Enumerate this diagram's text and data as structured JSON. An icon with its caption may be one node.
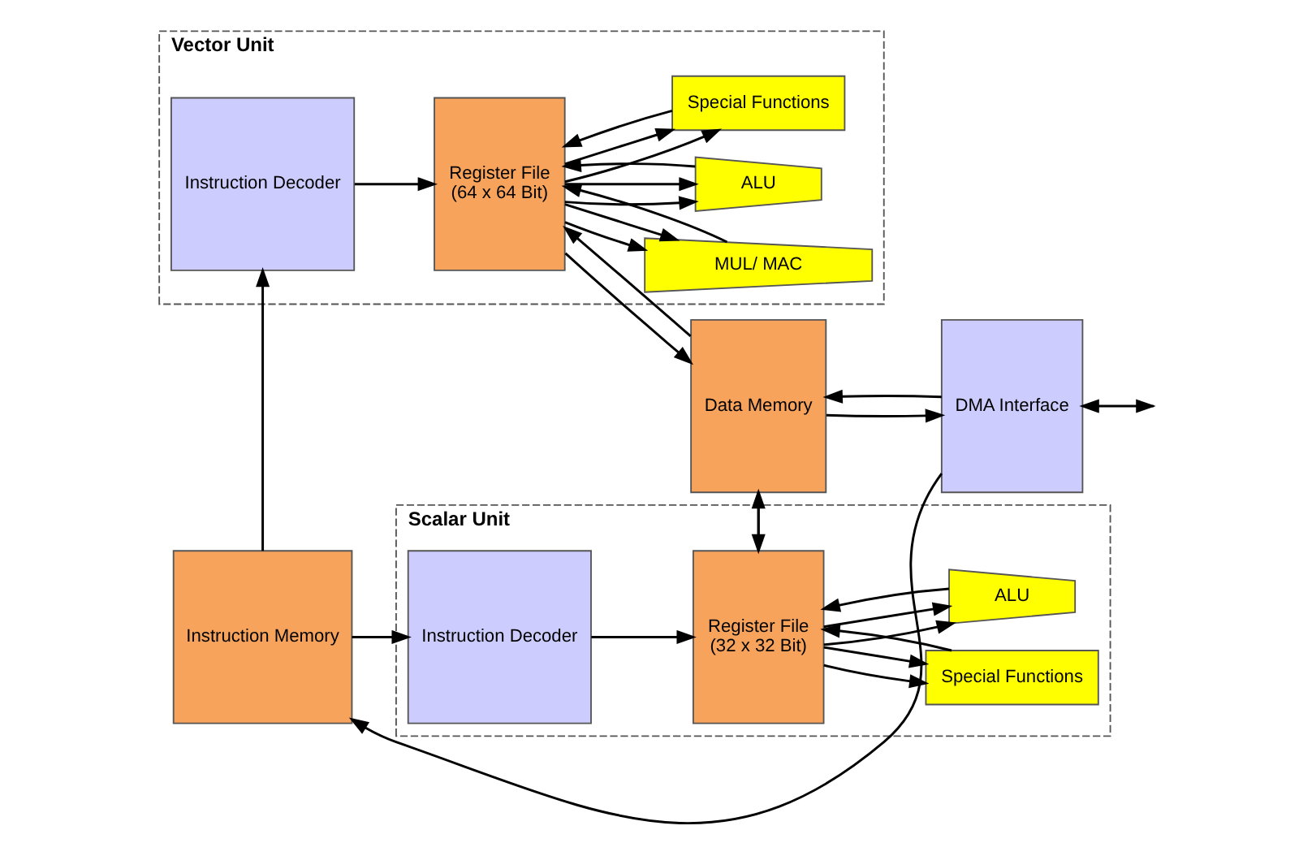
{
  "diagram": {
    "nodes": [
      {
        "text": [
          "Vector Unit"
        ]
      },
      {
        "text": [
          "Instruction Decoder"
        ],
        "in": 0
      },
      {
        "text": [
          "Register File",
          "(64 x 64 Bit)"
        ],
        "in": 0
      },
      {
        "text": [
          "MUL/ MAC"
        ],
        "in": 0
      },
      {
        "text": [
          "ALU"
        ],
        "in": 0
      },
      {
        "text": [
          "Special Functions"
        ],
        "in": 0
      },
      {
        "text": [
          "Instruction Memory"
        ]
      },
      {
        "text": [
          "Data Memory"
        ]
      },
      {
        "text": [
          "DMA Interface"
        ]
      },
      {
        "text": [
          "Scalar Unit"
        ]
      },
      {
        "text": [
          "Instruction Decoder"
        ],
        "in": 9
      },
      {
        "text": [
          "Register File",
          "(32 x 32 Bit)"
        ],
        "in": 9
      },
      {
        "text": [
          "Special Functions"
        ],
        "in": 9
      },
      {
        "text": [
          "ALU"
        ],
        "in": 9
      }
    ],
    "edges": [
      {
        "from": 6,
        "to": 1,
        "arrow": "to"
      },
      {
        "from": 6,
        "to": 10,
        "arrow": "to"
      },
      {
        "from": 1,
        "to": 2,
        "arrow": "to"
      },
      {
        "from": 2,
        "to": 3,
        "arrow": "to"
      },
      {
        "from": 2,
        "to": 3,
        "arrow": "to"
      },
      {
        "from": 2,
        "to": 4,
        "arrow": "to"
      },
      {
        "from": 2,
        "to": 4,
        "arrow": "to"
      },
      {
        "from": 2,
        "to": 5,
        "arrow": "to"
      },
      {
        "from": 2,
        "to": 5,
        "arrow": "to"
      },
      {
        "from": 2,
        "to": 7,
        "arrow": "to"
      },
      {
        "from": 3,
        "to": 2,
        "arrow": "to"
      },
      {
        "from": 4,
        "to": 2,
        "arrow": "to"
      },
      {
        "from": 5,
        "to": 2,
        "arrow": "to"
      },
      {
        "from": 7,
        "to": 2,
        "arrow": "to"
      },
      {
        "from": 10,
        "to": 11,
        "arrow": "to"
      },
      {
        "from": 11,
        "to": 12,
        "arrow": "to"
      },
      {
        "from": 11,
        "to": 12,
        "arrow": "to"
      },
      {
        "from": 11,
        "to": 13,
        "arrow": "to"
      },
      {
        "from": 11,
        "to": 13,
        "arrow": "to"
      },
      {
        "from": 11,
        "to": 7,
        "arrow": "to"
      },
      {
        "from": 12,
        "to": 11,
        "arrow": "to"
      },
      {
        "from": 13,
        "to": 11,
        "arrow": "to"
      },
      {
        "from": 7,
        "to": 11,
        "arrow": "to"
      },
      {
        "from": 7,
        "to": 8,
        "arrow": "to"
      },
      {
        "from": 8,
        "to": 7,
        "arrow": "to"
      },
      {
        "from": 8,
        "to": 6,
        "arrow": "to"
      },
      {
        "from": 8,
        "to": null,
        "arrow": "both"
      }
    ]
  }
}
